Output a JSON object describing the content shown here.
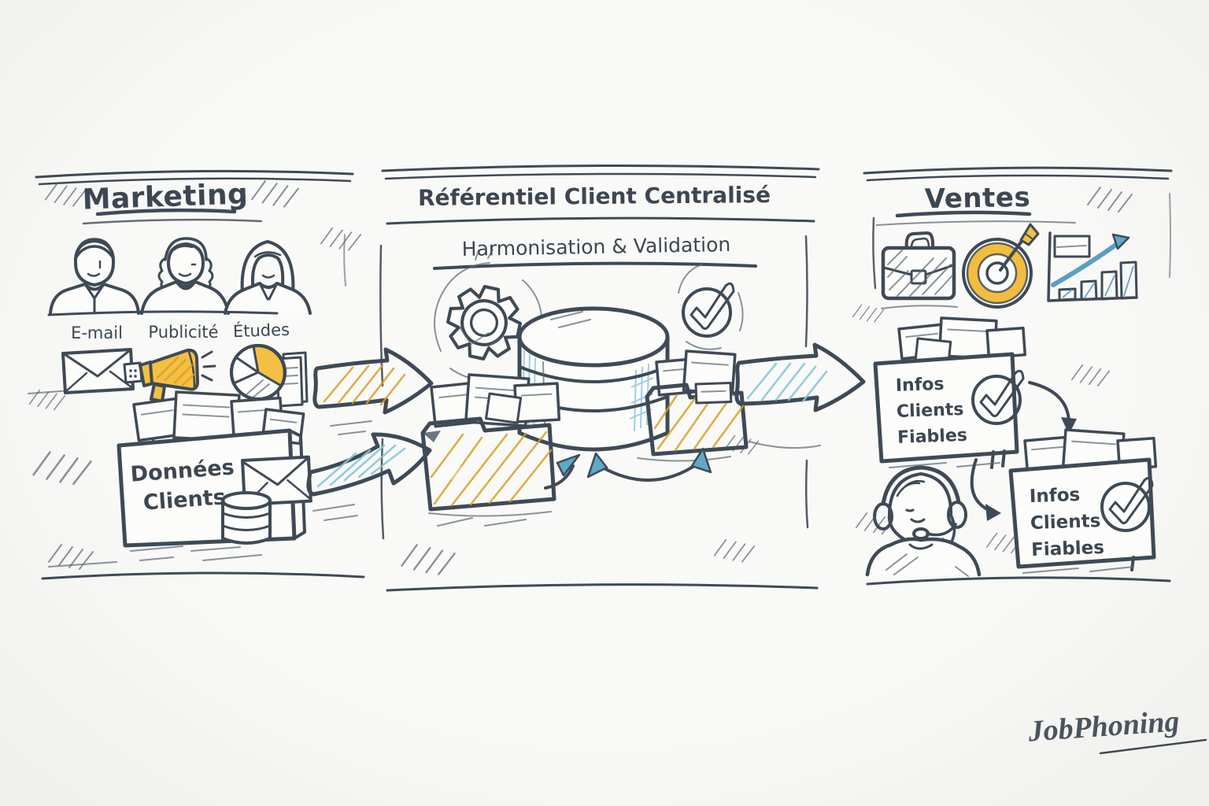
{
  "colors": {
    "ink": "#3e4a56",
    "yellow": "#f4c043",
    "yellow_dark": "#d89f22",
    "check_blue": "#57b1d2",
    "arrow_blue_light": "#c9e7f2",
    "bar_blue": "#8fbcd9",
    "paper": "#fcfcfa",
    "background": "#f8f8f6"
  },
  "marketing": {
    "title": "Marketing",
    "channels": [
      "E-mail",
      "Publicité",
      "Études"
    ],
    "data_box_lines": [
      "Données",
      "Clients"
    ],
    "icons": [
      "person-man-icon",
      "person-woman-curly-icon",
      "person-woman-straight-icon",
      "envelope-icon",
      "megaphone-icon",
      "pie-chart-icon",
      "documents-icon",
      "database-small-icon"
    ]
  },
  "central": {
    "title": "Référentiel Client Centralisé",
    "subtitle": "Harmonisation & Validation",
    "icons": [
      "gear-icon",
      "database-icon",
      "check-circle-icon",
      "folder-documents-icon",
      "sync-arrows-icon"
    ]
  },
  "sales": {
    "title": "Ventes",
    "info_box_1": [
      "Infos",
      "Clients",
      "Fiables"
    ],
    "info_box_2": [
      "Infos",
      "Clients",
      "Fiables"
    ],
    "icons": [
      "briefcase-icon",
      "target-icon",
      "bar-chart-icon",
      "check-circle-icon",
      "headset-agent-icon"
    ]
  },
  "flow": {
    "arrows": [
      "marketing-to-central-yellow",
      "data-to-central-blue",
      "central-to-sales-blue"
    ]
  },
  "footer": {
    "brand": "JobPhoning"
  }
}
